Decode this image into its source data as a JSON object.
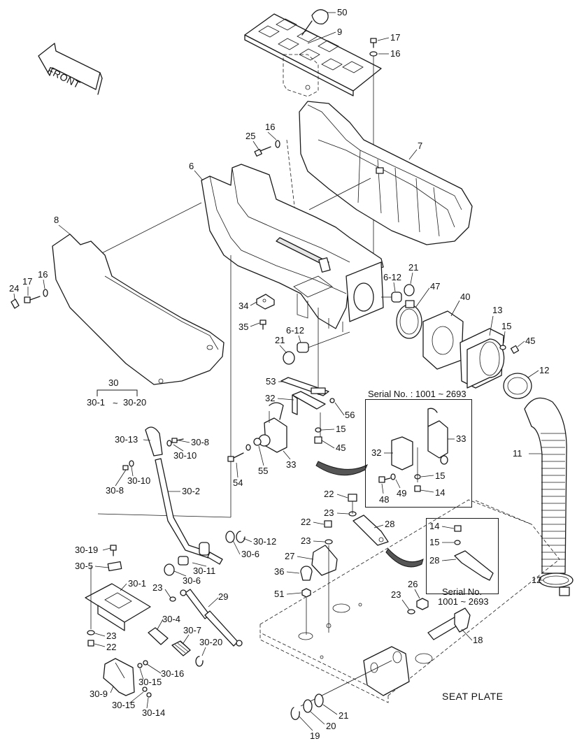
{
  "front_arrow": "FRONT",
  "seat_plate": "SEAT PLATE",
  "group_30": {
    "top": "30",
    "from": "30-1",
    "tilde": "~",
    "to": "30-20"
  },
  "serial_box_1": {
    "title": "Serial No. : 1001 ~ 2693"
  },
  "serial_box_2": {
    "title": "Serial No.",
    "range": "1001 ~ 2693"
  },
  "callouts": {
    "p50": "50",
    "p9": "9",
    "p17a": "17",
    "p16a": "16",
    "p7": "7",
    "p16b": "16",
    "p25": "25",
    "p6": "6",
    "p8": "8",
    "p17b": "17",
    "p16c": "16",
    "p24": "24",
    "p34": "34",
    "p35": "35",
    "p6_12a": "6-12",
    "p21a": "21",
    "p47": "47",
    "p40": "40",
    "p13": "13",
    "p15a": "15",
    "p45a": "45",
    "p6_12b": "6-12",
    "p21b": "21",
    "p12a": "12",
    "p53": "53",
    "p32a": "32",
    "p56": "56",
    "p15b": "15",
    "p45b": "45",
    "p33a": "33",
    "p55": "55",
    "p54": "54",
    "p30_13": "30-13",
    "p30_8a": "30-8",
    "p30_10a": "30-10",
    "p30_10b": "30-10",
    "p30_8b": "30-8",
    "p30_2": "30-2",
    "p32b": "32",
    "p33b": "33",
    "p15c": "15",
    "p48": "48",
    "p49": "49",
    "p14a": "14",
    "p11": "11",
    "p22a": "22",
    "p23a": "23",
    "p22b": "22",
    "p23b": "23",
    "p28a": "28",
    "p27": "27",
    "p36": "36",
    "p51": "51",
    "p14b": "14",
    "p15d": "15",
    "p28b": "28",
    "p30_19": "30-19",
    "p30_5": "30-5",
    "p30_12": "30-12",
    "p30_6a": "30-6",
    "p30_11": "30-11",
    "p30_6b": "30-6",
    "p30_1": "30-1",
    "p23c": "23",
    "p29": "29",
    "p26": "26",
    "p23d": "23",
    "p12b": "12",
    "p30_4": "30-4",
    "p30_7": "30-7",
    "p30_20": "30-20",
    "p23e": "23",
    "p22c": "22",
    "p18": "18",
    "p30_16": "30-16",
    "p30_15a": "30-15",
    "p30_9": "30-9",
    "p30_15b": "30-15",
    "p30_14": "30-14",
    "p21c": "21",
    "p20": "20",
    "p19": "19"
  }
}
